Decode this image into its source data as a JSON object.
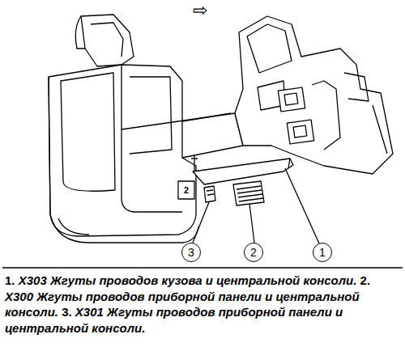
{
  "diagram": {
    "nodes": [
      {
        "text": [
          "3"
        ]
      },
      {
        "text": [
          "2"
        ]
      },
      {
        "text": [
          "1"
        ]
      }
    ],
    "labels": [
      "⇨",
      "2",
      "1.",
      "X303 Жгуты проводов кузова и центральной консоли.",
      "2.",
      "X300 Жгуты проводов приборной панели и центральной консоли.",
      "3.",
      "X301 Жгуты проводов приборной панели и центральной консоли."
    ]
  }
}
